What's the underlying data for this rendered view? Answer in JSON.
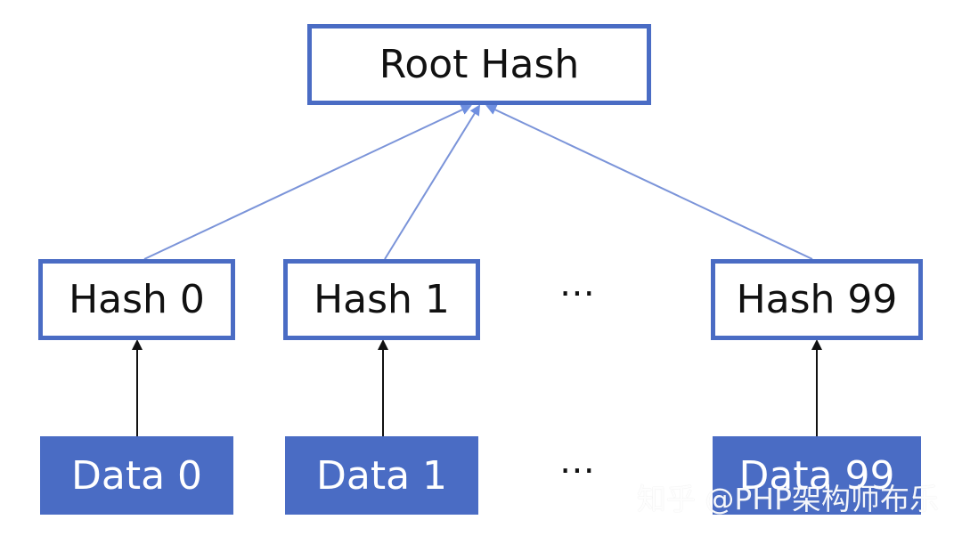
{
  "diagram": {
    "root": {
      "label": "Root Hash"
    },
    "hash_nodes": [
      {
        "label": "Hash 0"
      },
      {
        "label": "Hash 1"
      },
      {
        "label": "Hash 99"
      }
    ],
    "data_nodes": [
      {
        "label": "Data 0"
      },
      {
        "label": "Data 1"
      },
      {
        "label": "Data 99"
      }
    ],
    "ellipsis": "⋯",
    "edges": [
      {
        "from": "Hash 0",
        "to": "Root Hash"
      },
      {
        "from": "Hash 1",
        "to": "Root Hash"
      },
      {
        "from": "Hash 99",
        "to": "Root Hash"
      },
      {
        "from": "Data 0",
        "to": "Hash 0"
      },
      {
        "from": "Data 1",
        "to": "Hash 1"
      },
      {
        "from": "Data 99",
        "to": "Hash 99"
      }
    ]
  },
  "watermark": "知乎 @PHP架构师布乐",
  "colors": {
    "accent": "#4a6cc4",
    "text": "#111111",
    "edge_blue": "#7b94d9",
    "edge_black": "#111111"
  }
}
